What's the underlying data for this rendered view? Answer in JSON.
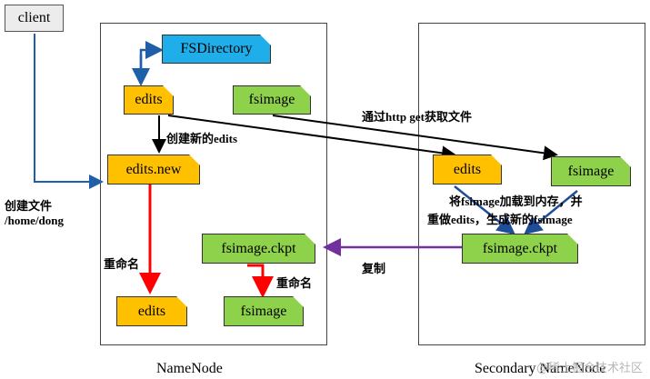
{
  "client": "client",
  "namenode": {
    "caption": "NameNode",
    "fsdirectory": "FSDirectory",
    "edits": "edits",
    "fsimage": "fsimage",
    "edits_new": "edits.new",
    "edits_bottom": "edits",
    "fsimage_ckpt": "fsimage.ckpt",
    "fsimage_bottom": "fsimage"
  },
  "secondary": {
    "caption": "Secondary NameNode",
    "edits": "edits",
    "fsimage": "fsimage",
    "fsimage_ckpt": "fsimage.ckpt"
  },
  "labels": {
    "create_file_line1": "创建文件",
    "create_file_line2": "/home/dong",
    "create_new_edits": "创建新的edits",
    "http_get": "通过http get获取文件",
    "load_line1": "将fsimage加载到内存，并",
    "load_line2": "重做edits，生成新的fsimage",
    "rename_left": "重命名",
    "rename_right": "重命名",
    "copy": "复制"
  },
  "watermark": "@稀土掘金技术社区",
  "colors": {
    "edits": "#ffc000",
    "fsimage": "#8ed14b",
    "fsdirectory": "#1faee9",
    "client_arrow": "#1f5fa8",
    "rename_arrow": "#ff0000",
    "copy_arrow": "#7030a0",
    "merge_arrow": "#1f4e99"
  }
}
